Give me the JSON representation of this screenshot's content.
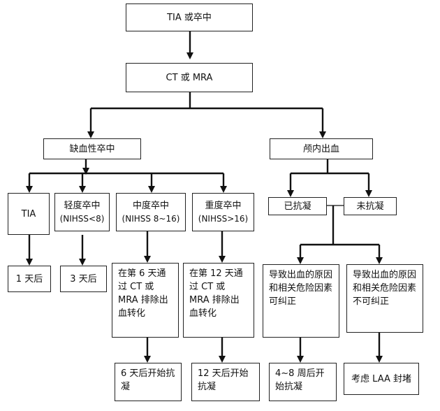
{
  "nodes": {
    "start": "TIA 或卒中",
    "imaging": "CT 或 MRA",
    "ischemic": "缺血性卒中",
    "hemorrhage": "颅内出血",
    "tia": "TIA",
    "mild_title": "轻度卒中",
    "mild_sub": "(NIHSS<8)",
    "moderate_title": "中度卒中",
    "moderate_sub": "(NIHSS 8~16)",
    "severe_title": "重度卒中",
    "severe_sub": "(NIHSS>16)",
    "anticoagulated": "已抗凝",
    "not_anticoagulated": "未抗凝",
    "tia_time": "1 天后",
    "mild_time": "3 天后",
    "moderate_check": "在第 6 天通过 CT 或 MRA 排除出血转化",
    "severe_check": "在第 12 天通过 CT 或 MRA 排除出血转化",
    "cause_correctable": "导致出血的原因和相关危险因素可纠正",
    "cause_not_correctable": "导致出血的原因和相关危险因素不可纠正",
    "moderate_start": "6 天后开始抗凝",
    "severe_start": "12 天后开始抗凝",
    "correctable_start": "4~8 周后开始抗凝",
    "laa": "考虑 LAA 封堵"
  }
}
